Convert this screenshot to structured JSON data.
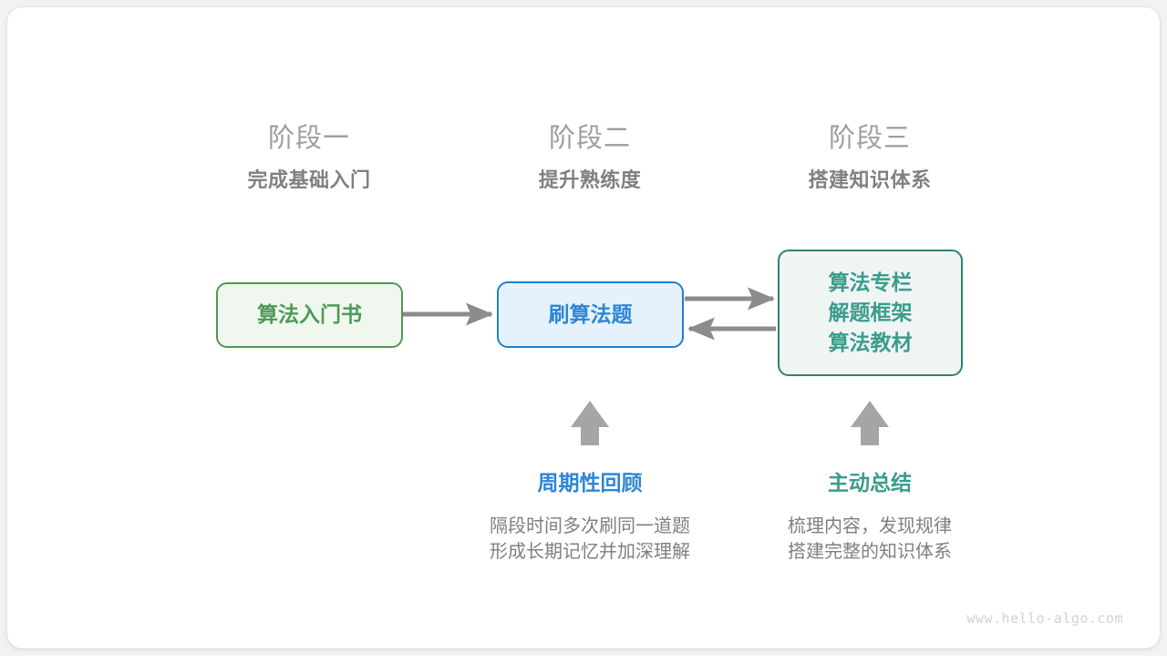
{
  "phases": [
    {
      "label": "阶段一",
      "subtitle": "完成基础入门"
    },
    {
      "label": "阶段二",
      "subtitle": "提升熟练度"
    },
    {
      "label": "阶段三",
      "subtitle": "搭建知识体系"
    }
  ],
  "nodes": {
    "book": {
      "lines": [
        "算法入门书"
      ],
      "border_color": "#54964f",
      "fill_color": "#eff7ef",
      "text_color": "#4e9a57"
    },
    "practice": {
      "lines": [
        "刷算法题"
      ],
      "border_color": "#1f7fce",
      "fill_color": "#e5f2fc",
      "text_color": "#2e86d4"
    },
    "resources": {
      "lines": [
        "算法专栏",
        "解题框架",
        "算法教材"
      ],
      "border_color": "#2d8277",
      "fill_color": "#eef5f3",
      "text_color": "#3a9c8c"
    }
  },
  "annotations": [
    {
      "title": "周期性回顾",
      "title_color": "#2e86d4",
      "desc_lines": [
        "隔段时间多次刷同一道题",
        "形成长期记忆并加深理解"
      ]
    },
    {
      "title": "主动总结",
      "title_color": "#3a9c8c",
      "desc_lines": [
        "梳理内容，发现规律",
        "搭建完整的知识体系"
      ]
    }
  ],
  "arrow_color": "#8c8c8c",
  "watermark": "www.hello-algo.com"
}
